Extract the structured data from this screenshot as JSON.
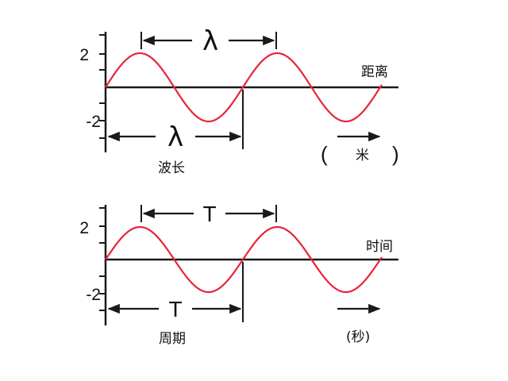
{
  "top_panel": {
    "y_tick_pos": "2",
    "y_tick_neg": "-2",
    "symbol_top": "λ",
    "symbol_bottom": "λ",
    "axis_label": "距离",
    "below_label": "波长",
    "unit_open": "(",
    "unit_text": "米",
    "unit_close": ")"
  },
  "bottom_panel": {
    "y_tick_pos": "2",
    "y_tick_neg": "-2",
    "symbol_top": "T",
    "symbol_bottom": "T",
    "axis_label": "时间",
    "below_label": "周期",
    "unit_text": "(秒)"
  },
  "colors": {
    "wave": "#e8233a",
    "axis": "#1a1a1a"
  }
}
